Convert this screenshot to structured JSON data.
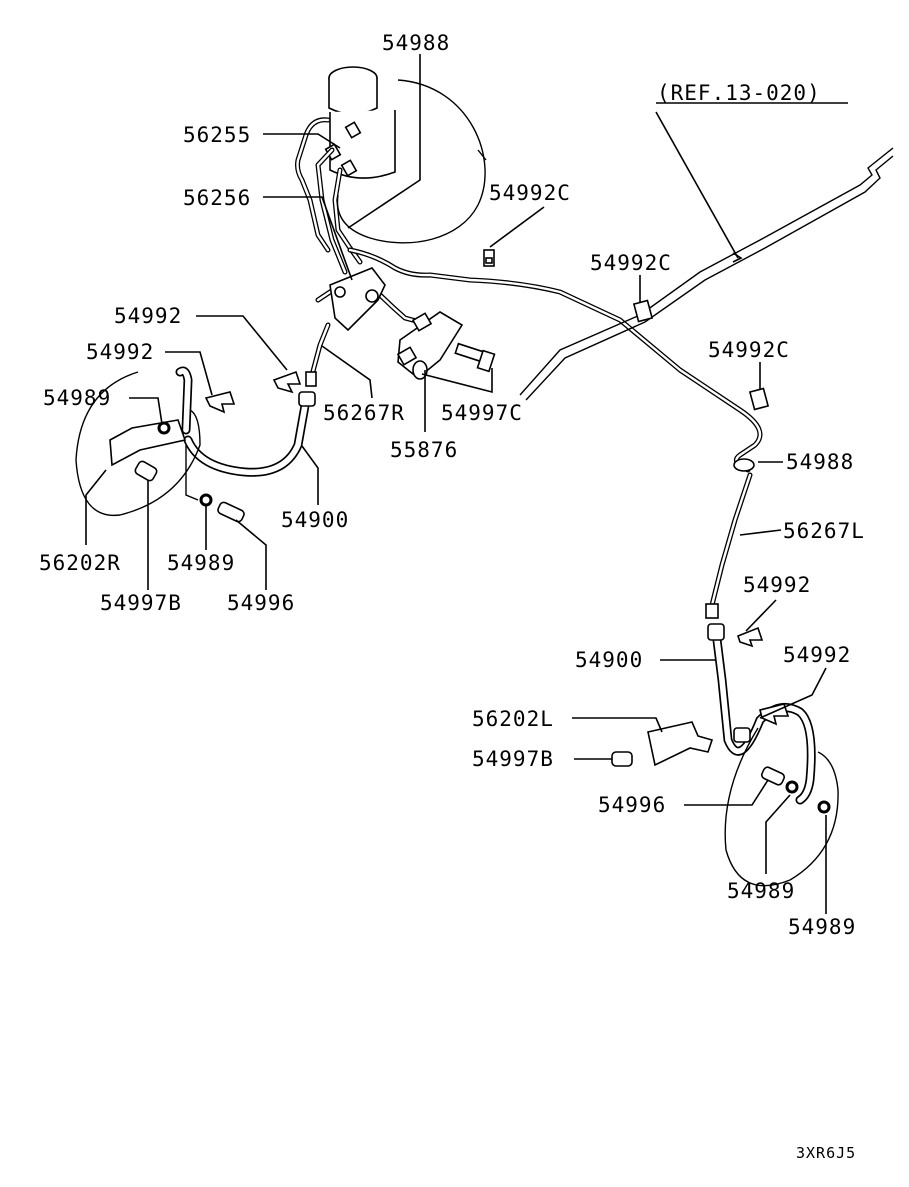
{
  "diagram_code": "3XR6J5",
  "reference": "(REF.13-020)",
  "callouts": {
    "c_54988_top": "54988",
    "c_56255": "56255",
    "c_56256": "56256",
    "c_54992c_a": "54992C",
    "c_54992c_b": "54992C",
    "c_54992c_c": "54992C",
    "c_54992_a": "54992",
    "c_54992_b": "54992",
    "c_54989_a": "54989",
    "c_56267r": "56267R",
    "c_54997c": "54997C",
    "c_55876": "55876",
    "c_54900_a": "54900",
    "c_56202r": "56202R",
    "c_54989_b": "54989",
    "c_54997b_a": "54997B",
    "c_54996_a": "54996",
    "c_54988_right": "54988",
    "c_56267l": "56267L",
    "c_54992_c": "54992",
    "c_54900_b": "54900",
    "c_54992_d": "54992",
    "c_56202l": "56202L",
    "c_54997b_b": "54997B",
    "c_54996_b": "54996",
    "c_54989_c": "54989",
    "c_54989_d": "54989"
  }
}
